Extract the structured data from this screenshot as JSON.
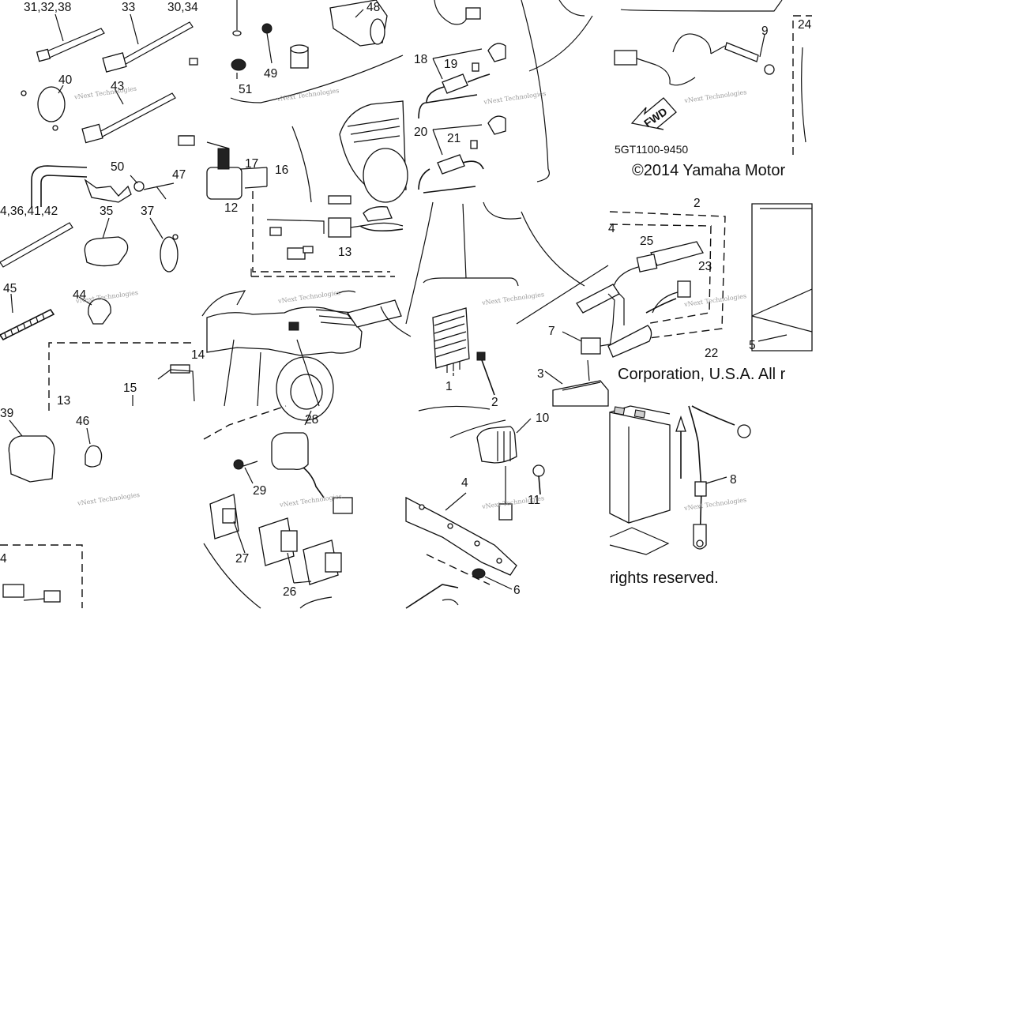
{
  "diagram": {
    "part_code": "5GT1100-9450",
    "fwd_label": "FWD",
    "copyright_line1": "©2014 Yamaha Motor",
    "copyright_line2": "Corporation, U.S.A. All r",
    "copyright_line3": "rights reserved.",
    "watermark_text": "vNext Technologies",
    "callouts": {
      "c31_32_38": "31,32,38",
      "c33": "33",
      "c30_34": "30,34",
      "c40": "40",
      "c43": "43",
      "c50": "50",
      "c47": "47",
      "c34_36_41_42": "4,36,41,42",
      "c35": "35",
      "c37": "37",
      "c45": "45",
      "c44": "44",
      "c13a": "13",
      "c39": "39",
      "c46": "46",
      "c4_left": "4",
      "c48": "48",
      "c49": "49",
      "c51": "51",
      "c17": "17",
      "c16": "16",
      "c12": "12",
      "c13b": "13",
      "c14": "14",
      "c15": "15",
      "c28": "28",
      "c29": "29",
      "c27": "27",
      "c26": "26",
      "c18": "18",
      "c19": "19",
      "c20": "20",
      "c21": "21",
      "c1": "1",
      "c2": "2",
      "c10": "10",
      "c11": "11",
      "c4_mid": "4",
      "c6": "6",
      "c9": "9",
      "c24": "24",
      "c25": "25",
      "c23": "23",
      "c22": "22",
      "c7": "7",
      "c3": "3",
      "c5": "5",
      "c8": "8",
      "c4_right": "4",
      "c2_right": "2"
    }
  }
}
